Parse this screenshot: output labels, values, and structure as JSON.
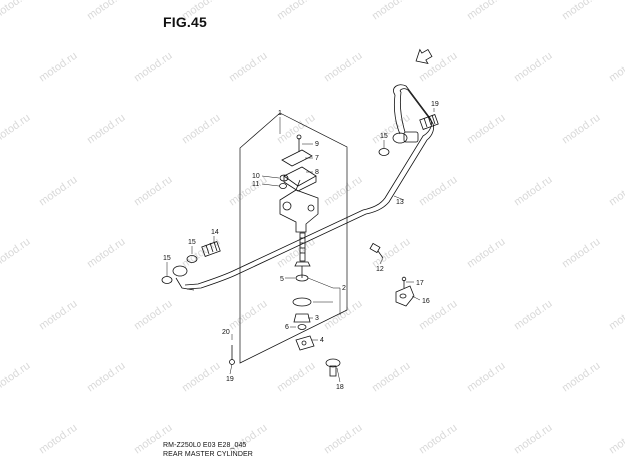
{
  "figure": {
    "title": "FIG.45",
    "code": "RM-Z250L0 E03 E28_045",
    "caption": "REAR MASTER CYLINDER"
  },
  "watermark": "motod.ru",
  "callouts": {
    "c1": "1",
    "c2": "2",
    "c3": "3",
    "c4": "4",
    "c5": "5",
    "c6": "6",
    "c7": "7",
    "c8": "8",
    "c9": "9",
    "c10": "10",
    "c11": "11",
    "c12": "12",
    "c13": "13",
    "c14": "14",
    "c15a": "15",
    "c15b": "15",
    "c15c": "15",
    "c16": "16",
    "c17": "17",
    "c18": "18",
    "c19a": "19",
    "c19b": "19",
    "c20": "20"
  },
  "colors": {
    "line": "#111111",
    "watermark": "#d9d9d9"
  },
  "icons": {
    "front": "front-arrow-icon"
  }
}
